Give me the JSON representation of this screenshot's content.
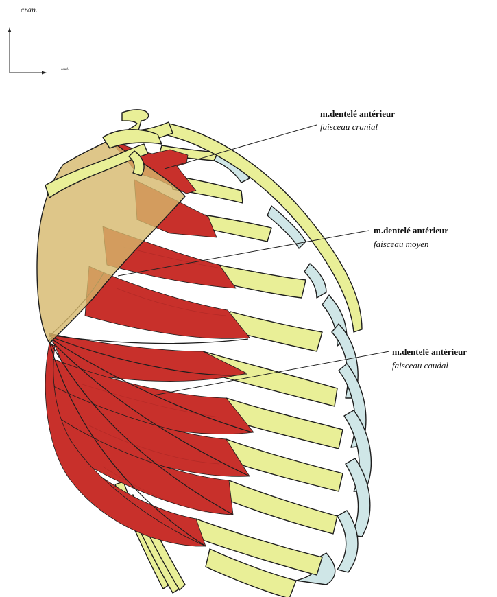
{
  "orientation": {
    "vertical_label": "cran.",
    "horizontal_label": "caud."
  },
  "labels": [
    {
      "title": "m.dentelé antérieur",
      "subtitle": "faisceau cranial"
    },
    {
      "title": "m.dentelé antérieur",
      "subtitle": "faisceau moyen"
    },
    {
      "title": "m.dentelé antérieur",
      "subtitle": "faisceau caudal"
    }
  ],
  "colors": {
    "bone": "#e9ef97",
    "cartilage": "#cfe6e7",
    "muscle": "#c8302b",
    "scapula": "#d6b86b"
  }
}
